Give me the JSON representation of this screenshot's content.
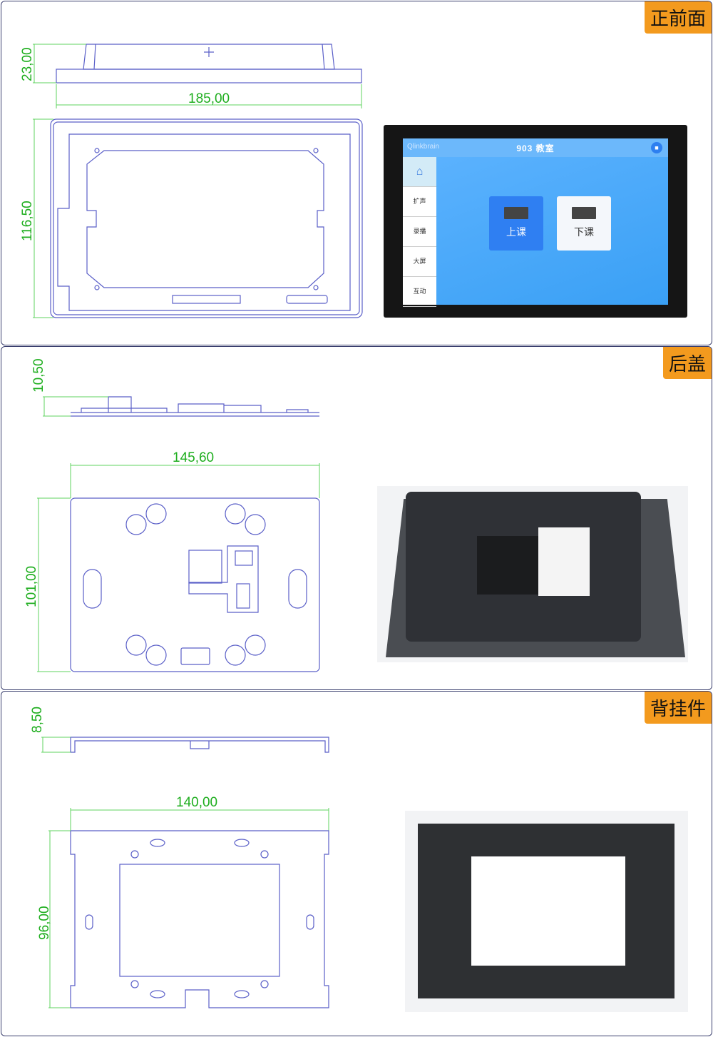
{
  "sections": [
    {
      "tag": "正前面",
      "dims": {
        "height": "23,00",
        "width": "185,00",
        "depth": "116,50"
      }
    },
    {
      "tag": "后盖",
      "dims": {
        "height": "10,50",
        "width": "145,60",
        "depth": "101,00"
      }
    },
    {
      "tag": "背挂件",
      "dims": {
        "height": "8,50",
        "width": "140,00",
        "depth": "96,00"
      }
    }
  ],
  "screen": {
    "brand": "Qlinkbrain",
    "room": "903 教室",
    "lock_icon": "lock-icon",
    "home_icon": "home-icon",
    "menu": [
      "扩声",
      "录播",
      "大屏",
      "互动"
    ],
    "start": "上课",
    "end": "下课"
  }
}
